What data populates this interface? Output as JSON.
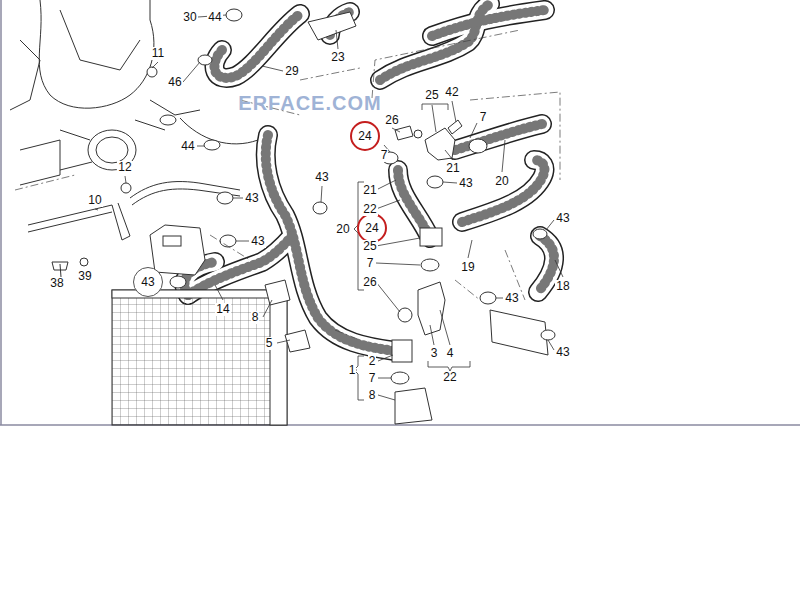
{
  "diagram": {
    "nodes": [
      {
        "text": [
          "24"
        ]
      },
      {
        "text": [
          "24"
        ]
      },
      {
        "text": [
          "43"
        ]
      }
    ],
    "labels": [
      "30",
      "44",
      "11",
      "23",
      "29",
      "46",
      "25",
      "42",
      "7",
      "26",
      "44",
      "7",
      "21",
      "12",
      "43",
      "43",
      "20",
      "21",
      "10",
      "43",
      "22",
      "43",
      "20",
      "43",
      "25",
      "7",
      "19",
      "39",
      "26",
      "38",
      "18",
      "43",
      "14",
      "8",
      "5",
      "3",
      "4",
      "43",
      "2",
      "1",
      "22",
      "7",
      "8",
      "ERFACE.COM"
    ]
  }
}
